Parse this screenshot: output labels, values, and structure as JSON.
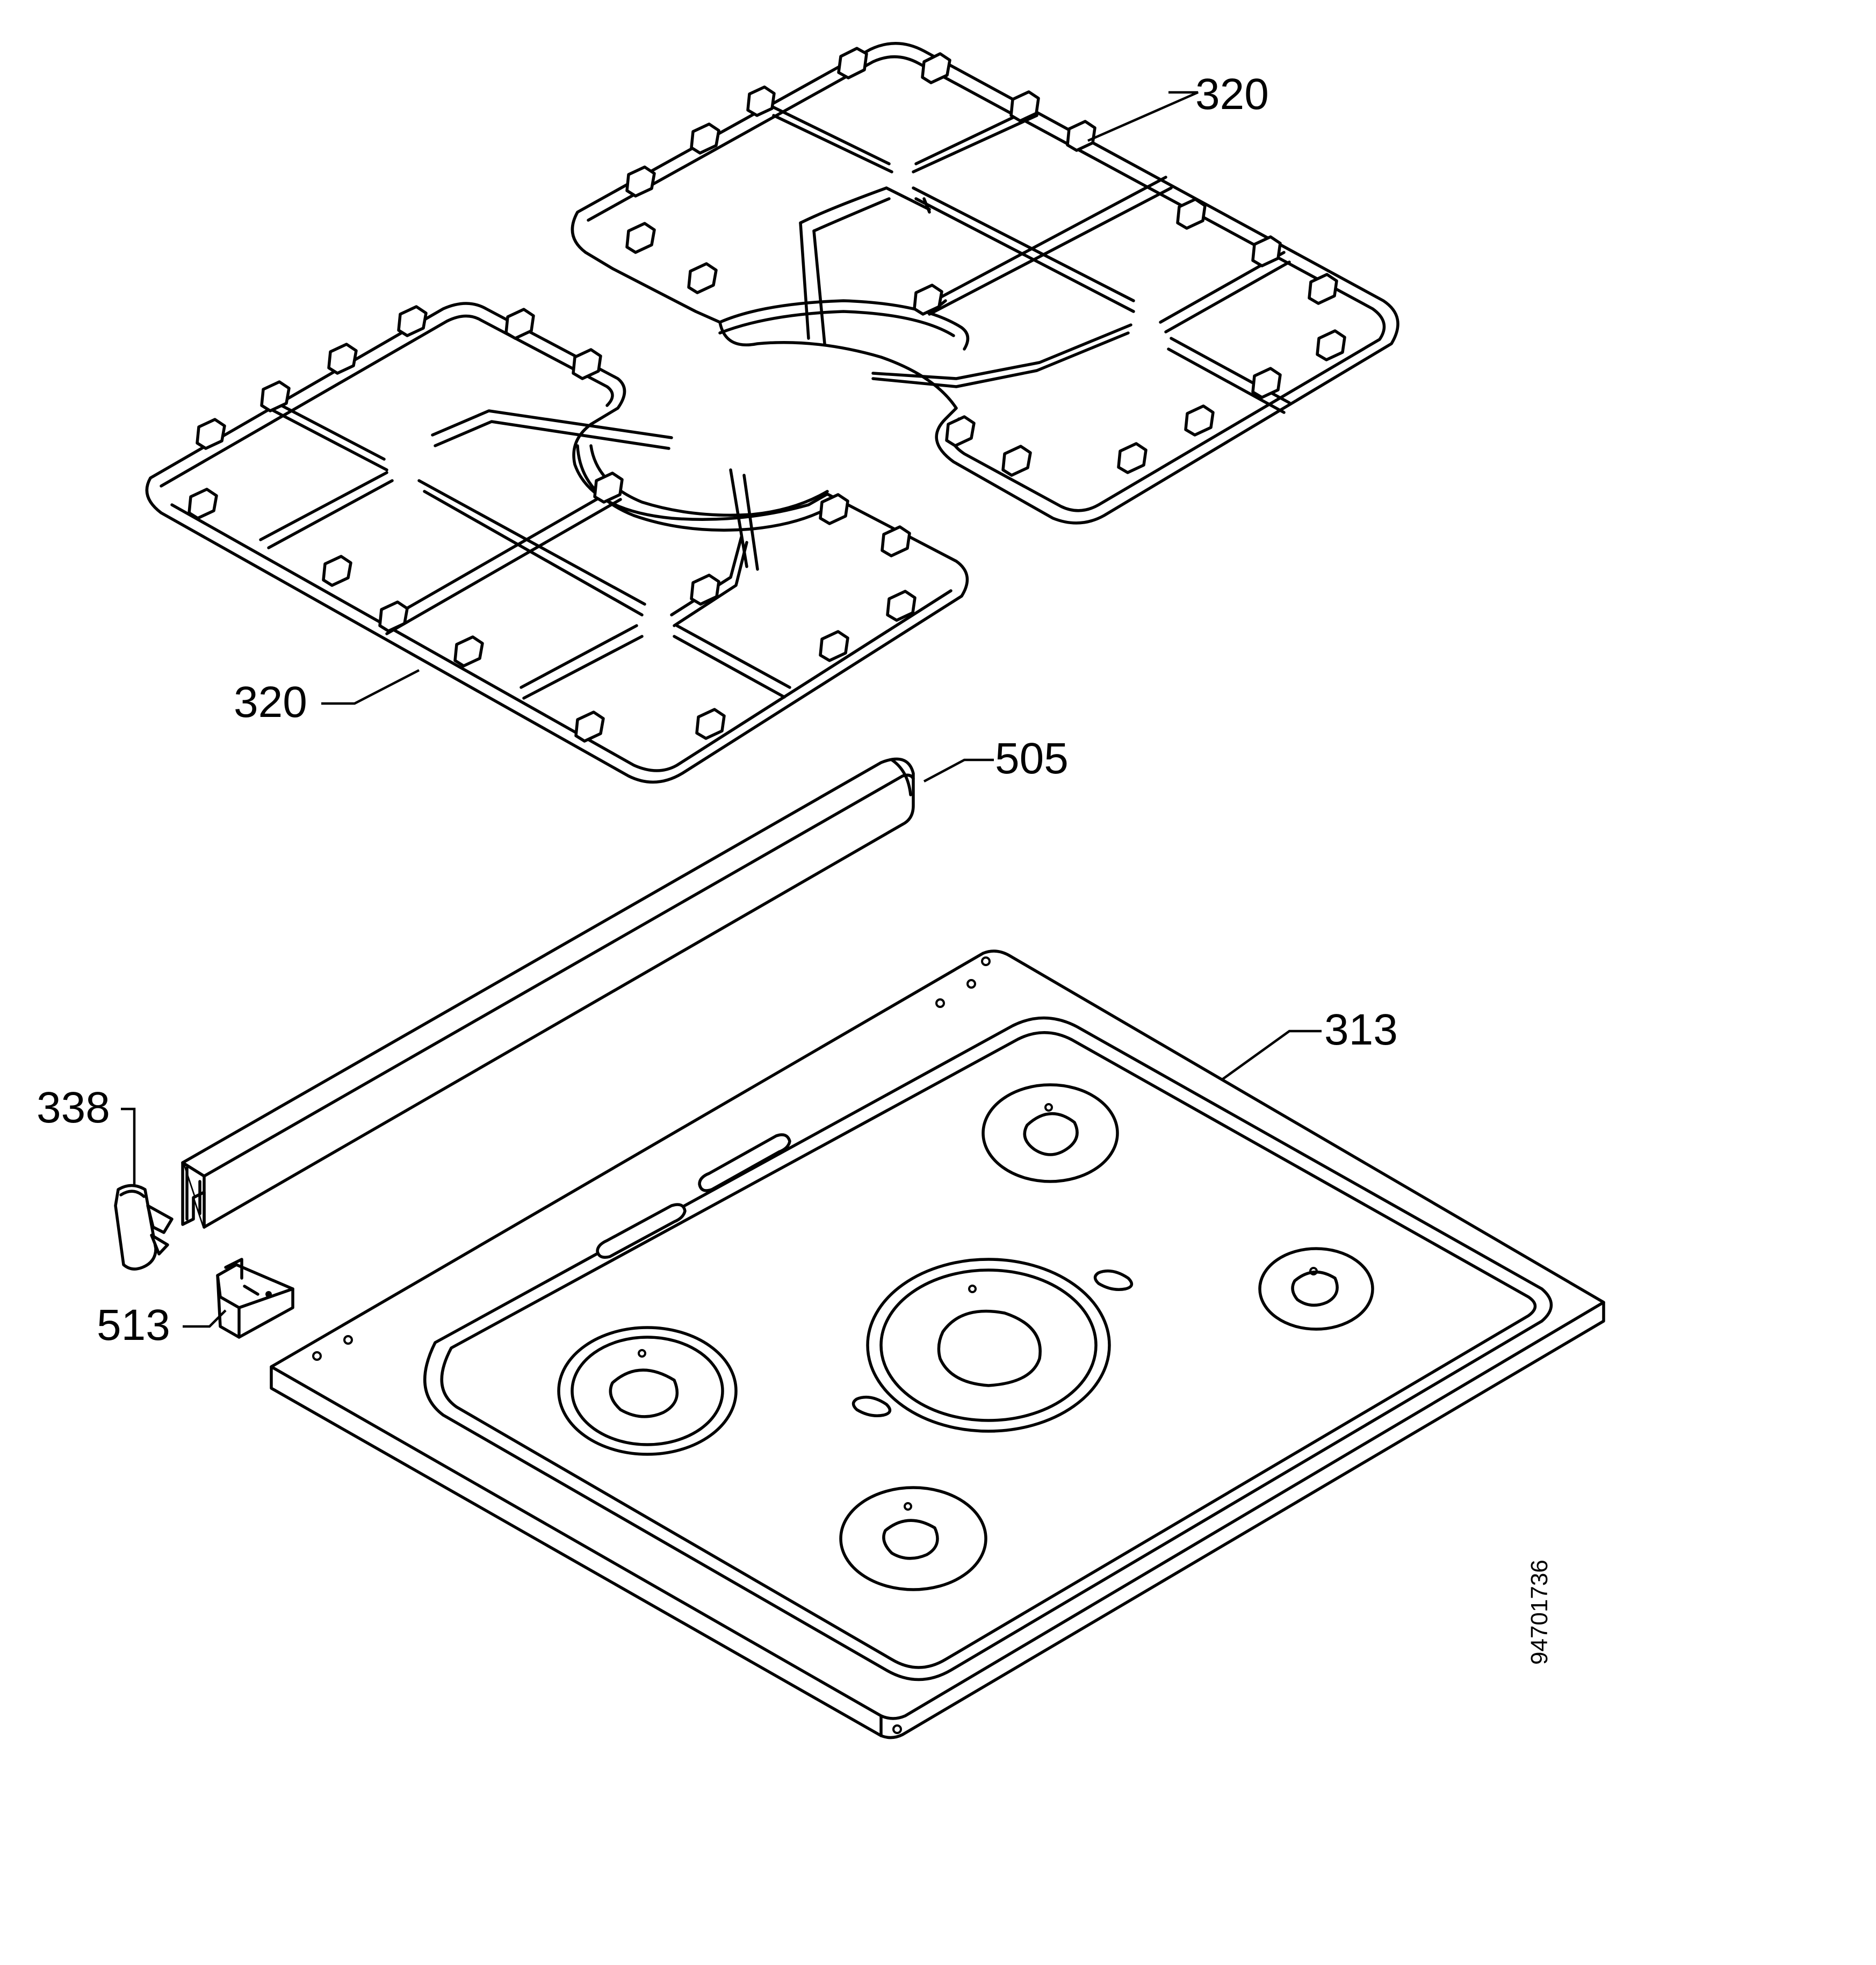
{
  "callouts": {
    "grate_right": "320",
    "grate_left": "320",
    "trim_strip": "505",
    "hob_top": "313",
    "end_cap": "338",
    "bracket": "513"
  },
  "drawing_number": "94701736"
}
